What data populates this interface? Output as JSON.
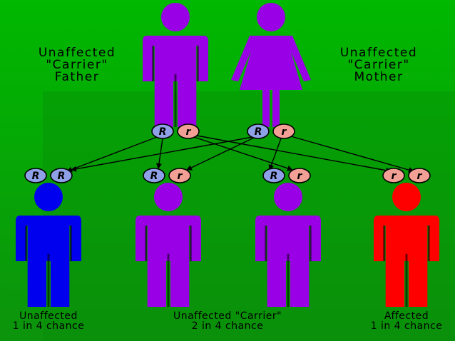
{
  "colors": {
    "background_top": "#00b800",
    "background_bottom": "#0a8f0a",
    "carrier": "#9a00e6",
    "unaffected": "#0000ee",
    "affected": "#ff0000",
    "dominant_allele": "#8ea0e6",
    "recessive_allele": "#f2a095"
  },
  "parents": {
    "father": {
      "label": [
        "Unaffected",
        "\"Carrier\"",
        "Father"
      ],
      "alleles": [
        "R",
        "r"
      ],
      "icon": "male-figure-icon"
    },
    "mother": {
      "label": [
        "Unaffected",
        "\"Carrier\"",
        "Mother"
      ],
      "alleles": [
        "R",
        "r"
      ],
      "icon": "female-figure-icon"
    }
  },
  "children": [
    {
      "alleles": [
        "R",
        "R"
      ],
      "status": "unaffected"
    },
    {
      "alleles": [
        "R",
        "r"
      ],
      "status": "carrier"
    },
    {
      "alleles": [
        "R",
        "r"
      ],
      "status": "carrier"
    },
    {
      "alleles": [
        "r",
        "r"
      ],
      "status": "affected"
    }
  ],
  "outcomes": {
    "unaffected": [
      "Unaffected",
      "1 in 4 chance"
    ],
    "carrier": [
      "Unaffected \"Carrier\"",
      "2 in 4 chance"
    ],
    "affected": [
      "Affected",
      "1 in 4 chance"
    ]
  }
}
